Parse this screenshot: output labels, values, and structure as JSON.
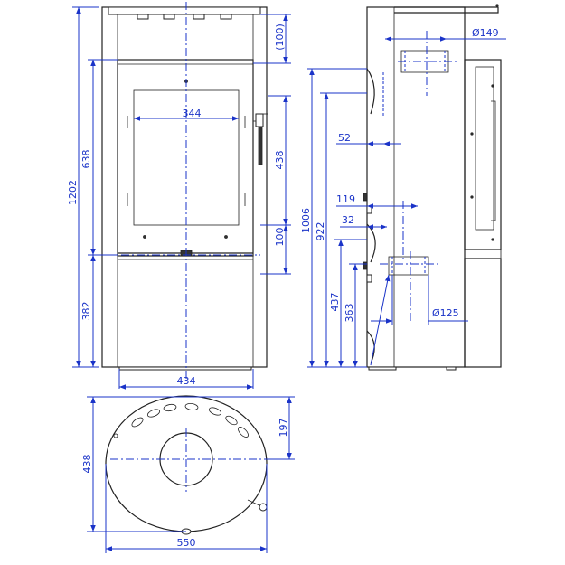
{
  "colors": {
    "dimension": "#1a33c8",
    "outline": "#222222"
  },
  "front_view": {
    "dims": {
      "top_offset": "(100)",
      "door_width": "344",
      "door_height": "638",
      "total_height": "1202",
      "door_to_ash": "438",
      "ash_offset": "100",
      "base_height": "382",
      "total_width": "434"
    }
  },
  "side_view": {
    "dims": {
      "top_outlet_diameter": "Ø149",
      "handle_depth": "52",
      "air_inlet_depth": "119",
      "inlet_offset": "32",
      "top_outlet_height": "1006",
      "rear_outlet_top_height": "922",
      "rear_outlet_center_height": "437",
      "air_inlet_height": "363",
      "rear_outlet_diameter": "Ø125"
    }
  },
  "plan_view": {
    "dims": {
      "depth_to_center": "197",
      "depth": "438",
      "width": "550"
    }
  }
}
